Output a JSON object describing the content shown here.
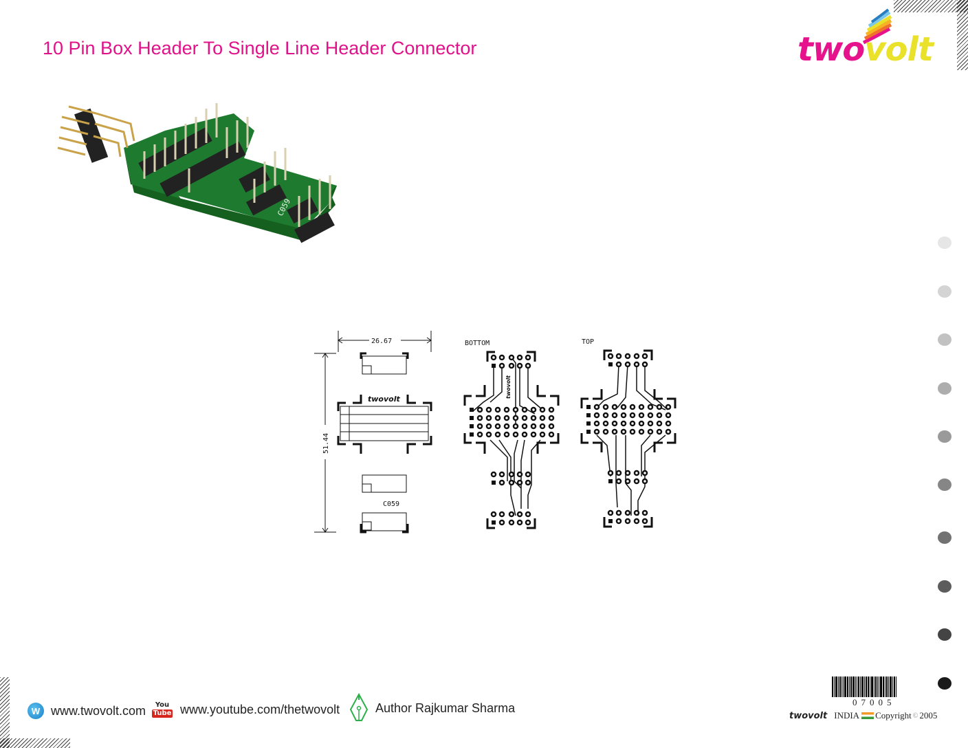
{
  "header": {
    "title": "10 Pin Box Header To Single Line Header Connector",
    "logo": {
      "part1": "two",
      "part2": "volt",
      "color1": "#e6138c",
      "color2": "#e9e12a"
    }
  },
  "product_photo": {
    "alt": "10 pin box header to single line header connector PCB with header pins",
    "pcb_silkscreen": "C059"
  },
  "drawings": {
    "assembly": {
      "width_dim": "26.67",
      "height_dim": "51.44",
      "brand_label": "twovolt",
      "part_label": "C059"
    },
    "bottom_layer": {
      "label": "BOTTOM",
      "brand_label": "twovolt"
    },
    "top_layer": {
      "label": "TOP"
    }
  },
  "side_dots": {
    "colors": [
      "#e6e6e6",
      "#d4d4d4",
      "#c2c2c2",
      "#adadad",
      "#9a9a9a",
      "#868686",
      "#727272",
      "#5c5c5c",
      "#444444",
      "#1a1a1a"
    ]
  },
  "footer": {
    "website": {
      "icon": "globe-icon",
      "text": "www.twovolt.com"
    },
    "youtube": {
      "icon": "youtube-icon",
      "you": "You",
      "tube": "Tube",
      "text": "www.youtube.com/thetwovolt"
    },
    "author": {
      "icon": "pen-nib-icon",
      "text": "Author Rajkumar Sharma"
    },
    "barcode_number": "07005",
    "copyright": {
      "brand": "twovolt",
      "country": "INDIA",
      "text": "Copyright",
      "symbol": "©",
      "year": "2005"
    }
  }
}
